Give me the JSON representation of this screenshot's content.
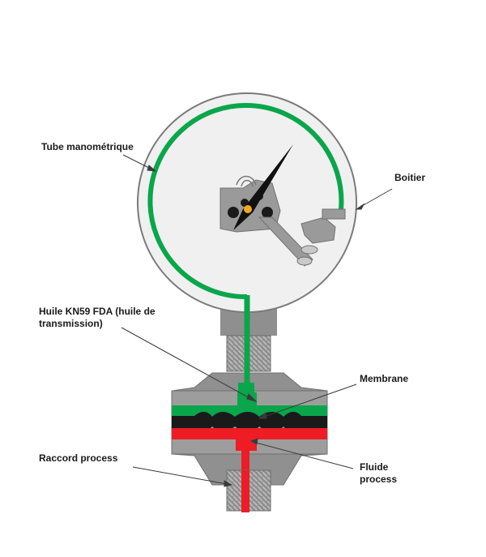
{
  "labels": {
    "tube": "Tube manométrique",
    "boitier": "Boitier",
    "huile": "Huile KN59  FDA (huile de\ntransmission)",
    "membrane": "Membrane",
    "raccord": "Raccord  process",
    "fluide": "Fluide\nprocess"
  },
  "colors": {
    "tube_green": "#0aa64b",
    "fluid_red": "#ee1c24",
    "membrane_black": "#1a1a1a",
    "body_gray": "#8c8c8c",
    "dial_face": "#f0f0f0",
    "pivot_orange": "#f5a623"
  }
}
